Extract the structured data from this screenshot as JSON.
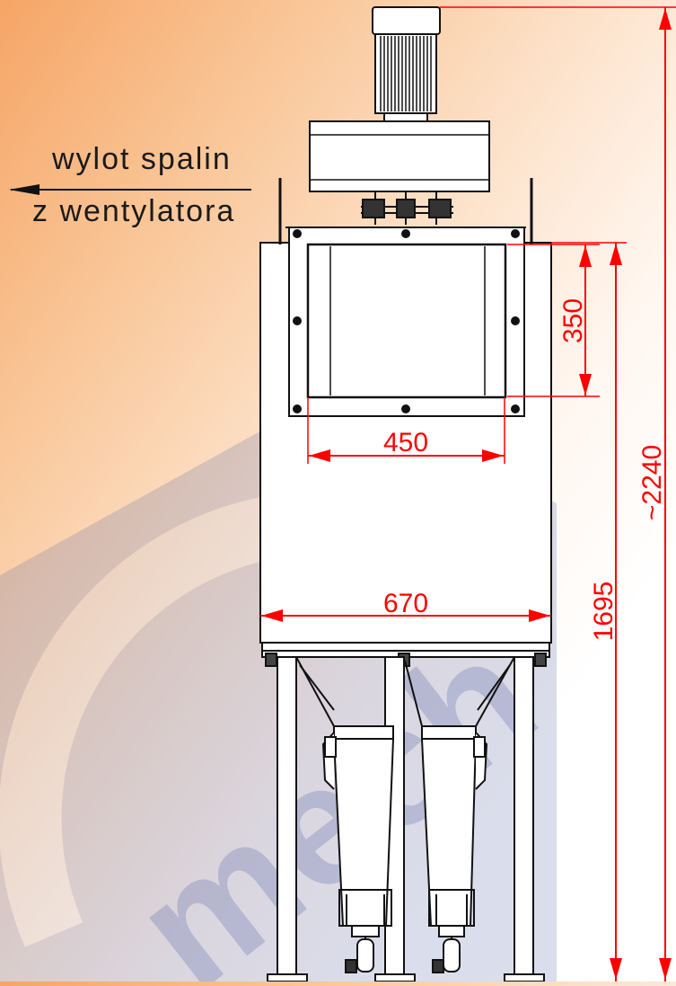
{
  "labels": {
    "exhaust_line1": "wylot spalin",
    "exhaust_line2": "z wentylatora"
  },
  "dimensions": {
    "outlet_height": "350",
    "outlet_width": "450",
    "body_width": "670",
    "body_height": "1695",
    "total_height": "~2240"
  },
  "watermark": {
    "brand": "mech",
    "registered": "®"
  },
  "colors": {
    "dimension": "#ff0000",
    "drawing": "#111111",
    "watermark": "#6874a8"
  }
}
